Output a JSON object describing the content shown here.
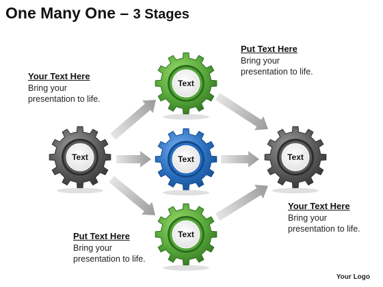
{
  "title": {
    "main": "One Many One",
    "dash": " – ",
    "sub": "3 Stages"
  },
  "gears": [
    {
      "id": "left",
      "label": "Text",
      "color": "#5a5a5a",
      "light": "#a0a0a0",
      "dark": "#2e2e2e"
    },
    {
      "id": "top",
      "label": "Text",
      "color": "#56a83a",
      "light": "#9fdd6f",
      "dark": "#2f6d1f"
    },
    {
      "id": "middle",
      "label": "Text",
      "color": "#2a6fc0",
      "light": "#7bb3f0",
      "dark": "#134b8c"
    },
    {
      "id": "bottom",
      "label": "Text",
      "color": "#56a83a",
      "light": "#9fdd6f",
      "dark": "#2f6d1f"
    },
    {
      "id": "right",
      "label": "Text",
      "color": "#5a5a5a",
      "light": "#a0a0a0",
      "dark": "#2e2e2e"
    }
  ],
  "notes": {
    "middle_left": {
      "heading": "Your Text Here",
      "line1": "Bring your",
      "line2": "presentation to life."
    },
    "top_right": {
      "heading": "Put Text Here",
      "line1": "Bring your",
      "line2": "presentation to life."
    },
    "bottom_right": {
      "heading": "Your Text Here",
      "line1": "Bring your",
      "line2": "presentation to life."
    },
    "bottom_left": {
      "heading": "Put Text Here",
      "line1": "Bring your",
      "line2": "presentation to life."
    }
  },
  "logo": "Your Logo",
  "colors": {
    "arrow": "#c8c8c8",
    "arrow_dark": "#9a9a9a"
  }
}
